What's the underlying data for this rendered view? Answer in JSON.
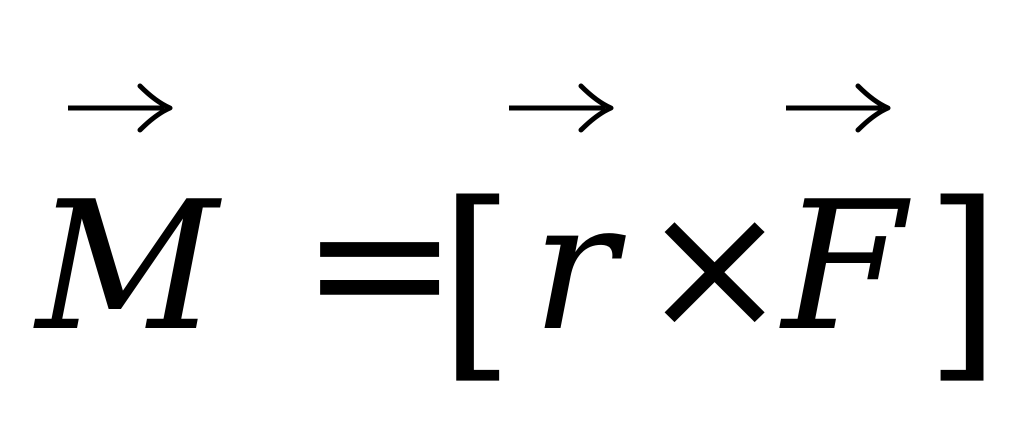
{
  "formula": {
    "lhs": "M",
    "equals": "=",
    "open_bracket": "[",
    "r": "r",
    "times": "×",
    "F": "F",
    "close_bracket": "]"
  },
  "icons": {
    "vector_arrow": "right-arrow-icon"
  },
  "colors": {
    "ink": "#000000",
    "background": "#ffffff"
  }
}
